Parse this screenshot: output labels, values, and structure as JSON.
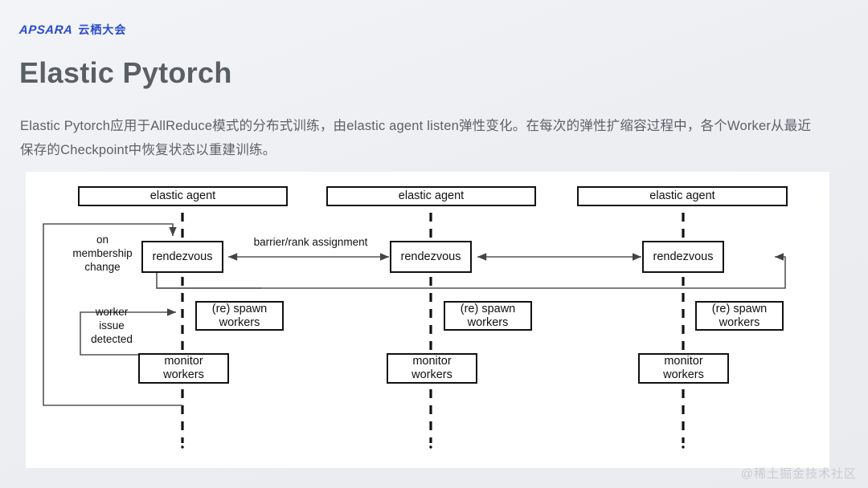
{
  "brand": {
    "mark": "APSARA",
    "cn": "云栖大会",
    "color": "#2b4acb"
  },
  "page": {
    "title": "Elastic Pytorch",
    "paragraph": "Elastic Pytorch应用于AllReduce模式的分布式训练，由elastic agent listen弹性变化。在每次的弹性扩缩容过程中，各个Worker从最近保存的Checkpoint中恢复状态以重建训练。"
  },
  "diagram": {
    "agents": [
      {
        "title": "elastic agent",
        "rendezvous": "rendezvous",
        "spawn": "(re) spawn\nworkers",
        "monitor": "monitor\nworkers"
      },
      {
        "title": "elastic agent",
        "rendezvous": "rendezvous",
        "spawn": "(re) spawn\nworkers",
        "monitor": "monitor\nworkers"
      },
      {
        "title": "elastic agent",
        "rendezvous": "rendezvous",
        "spawn": "(re) spawn\nworkers",
        "monitor": "monitor\nworkers"
      }
    ],
    "labels": {
      "agent_title": "elastic agent",
      "rendezvous": "rendezvous",
      "spawn_line1": "(re) spawn",
      "spawn_line2": "workers",
      "monitor_line1": "monitor",
      "monitor_line2": "workers",
      "barrier": "barrier/rank assignment",
      "membership_line1": "on",
      "membership_line2": "membership",
      "membership_line3": "change",
      "worker_issue_line1": "worker",
      "worker_issue_line2": "issue",
      "worker_issue_line3": "detected"
    }
  },
  "watermark": "@稀土掘金技术社区"
}
